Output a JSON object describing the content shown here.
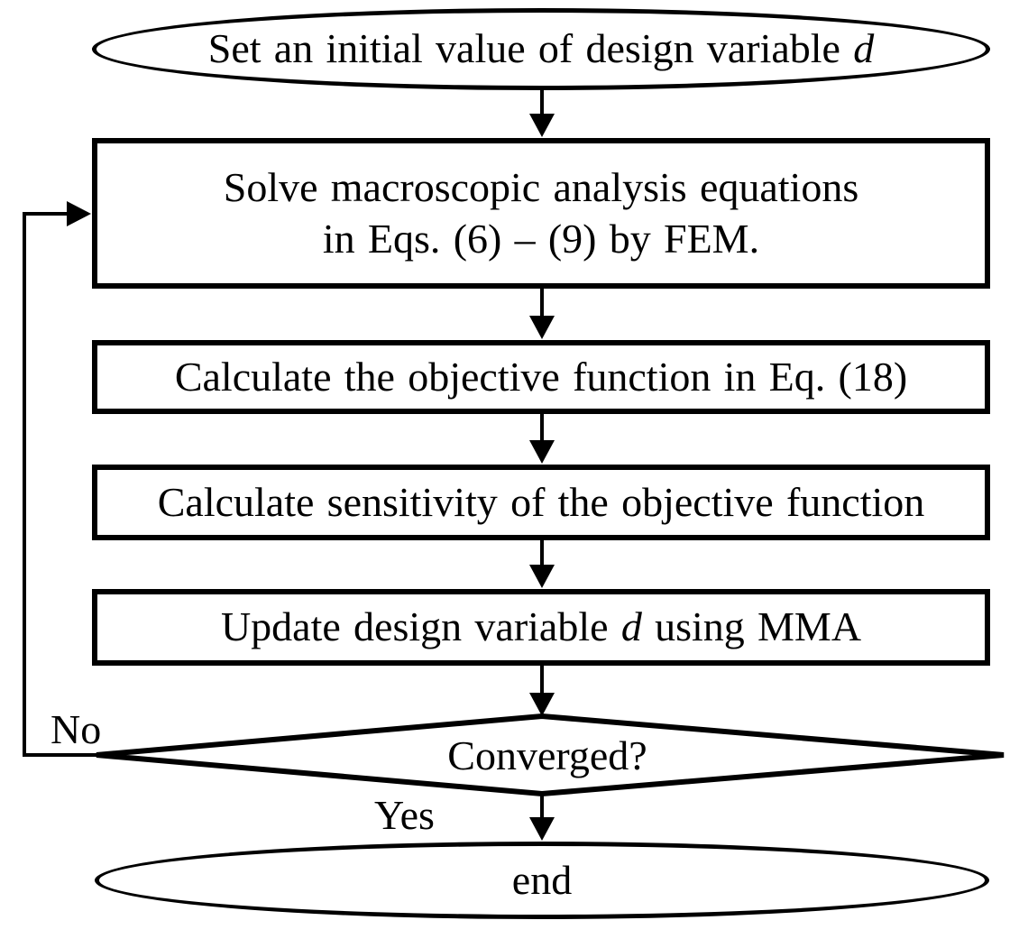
{
  "figure": {
    "type": "flowchart",
    "colors": {
      "stroke": "#000000",
      "background": "#ffffff",
      "text": "#000000"
    },
    "nodes": {
      "start": {
        "shape": "ellipse",
        "prefix": "Set an initial value of design variable",
        "variable": "d"
      },
      "solve": {
        "shape": "rect",
        "line1": "Solve macroscopic analysis equations",
        "line2": "in Eqs. (6) – (9) by FEM."
      },
      "objective": {
        "shape": "rect",
        "label": "Calculate the objective function in Eq. (18)"
      },
      "sensitivity": {
        "shape": "rect",
        "label": "Calculate sensitivity of the objective function"
      },
      "update": {
        "shape": "rect",
        "prefix": "Update design variable",
        "variable": "d",
        "suffix": "using MMA"
      },
      "decision": {
        "shape": "diamond",
        "label": "Converged?"
      },
      "end": {
        "shape": "ellipse",
        "label": "end"
      }
    },
    "edge_labels": {
      "no": "No",
      "yes": "Yes"
    }
  }
}
